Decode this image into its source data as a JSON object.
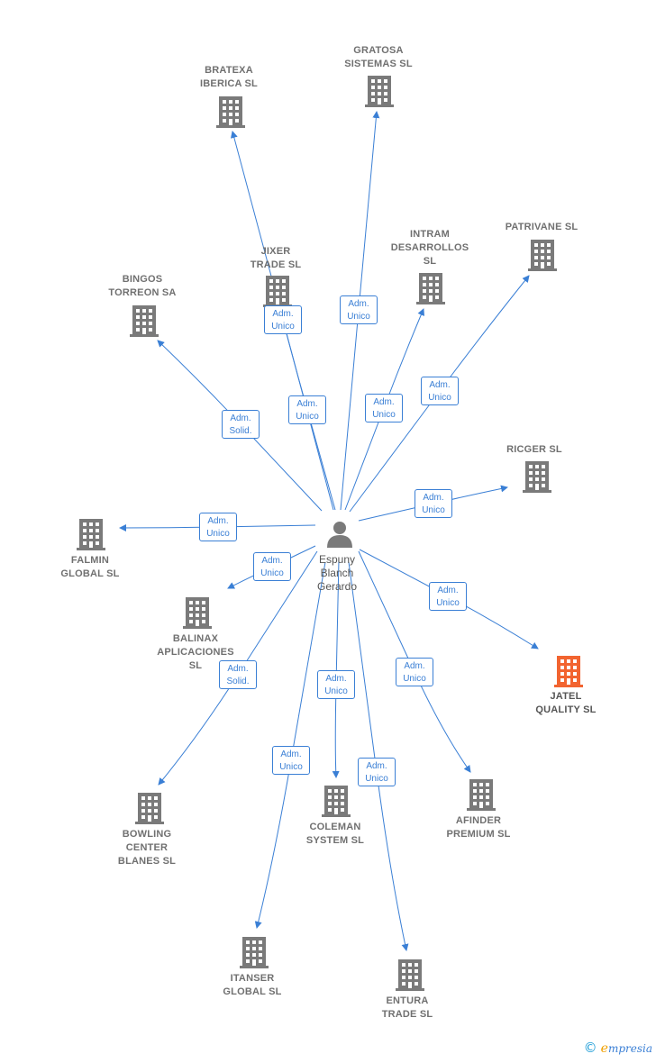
{
  "center": {
    "name": "Espuny\nBlanch\nGerardo",
    "icon": "person-icon"
  },
  "colors": {
    "edge": "#3a7fd5",
    "company": "#7a7a7a",
    "highlight": "#f26430"
  },
  "nodes": [
    {
      "id": "bratexa",
      "label": "BRATEXA\nIBERICA  SL",
      "icon": "building-icon"
    },
    {
      "id": "gratosa",
      "label": "GRATOSA\nSISTEMAS  SL",
      "icon": "building-icon"
    },
    {
      "id": "jixer",
      "label": "JIXER\nTRADE  SL",
      "icon": "building-icon"
    },
    {
      "id": "intram",
      "label": "INTRAM\nDESARROLLOS\nSL",
      "icon": "building-icon"
    },
    {
      "id": "patrivane",
      "label": "PATRIVANE SL",
      "icon": "building-icon"
    },
    {
      "id": "bingos",
      "label": "BINGOS\nTORREON SA",
      "icon": "building-icon"
    },
    {
      "id": "ricger",
      "label": "RICGER SL",
      "icon": "building-icon"
    },
    {
      "id": "falmin",
      "label": "FALMIN\nGLOBAL  SL",
      "icon": "building-icon"
    },
    {
      "id": "balinax",
      "label": "BALINAX\nAPLICACIONES\nSL",
      "icon": "building-icon"
    },
    {
      "id": "jatel",
      "label": "JATEL\nQUALITY  SL",
      "icon": "building-icon",
      "highlight": true
    },
    {
      "id": "bowling",
      "label": "BOWLING\nCENTER\nBLANES SL",
      "icon": "building-icon"
    },
    {
      "id": "coleman",
      "label": "COLEMAN\nSYSTEM  SL",
      "icon": "building-icon"
    },
    {
      "id": "afinder",
      "label": "AFINDER\nPREMIUM  SL",
      "icon": "building-icon"
    },
    {
      "id": "itanser",
      "label": "ITANSER\nGLOBAL  SL",
      "icon": "building-icon"
    },
    {
      "id": "entura",
      "label": "ENTURA\nTRADE  SL",
      "icon": "building-icon"
    }
  ],
  "edges": [
    {
      "to": "bratexa",
      "role": "Adm.\nUnico"
    },
    {
      "to": "gratosa",
      "role": "Adm.\nUnico"
    },
    {
      "to": "jixer",
      "role": "Adm.\nUnico"
    },
    {
      "to": "intram",
      "role": "Adm.\nUnico"
    },
    {
      "to": "patrivane",
      "role": "Adm.\nUnico"
    },
    {
      "to": "bingos",
      "role": "Adm.\nSolid."
    },
    {
      "to": "ricger",
      "role": "Adm.\nUnico"
    },
    {
      "to": "falmin",
      "role": "Adm.\nUnico"
    },
    {
      "to": "balinax",
      "role": "Adm.\nUnico"
    },
    {
      "to": "jatel",
      "role": "Adm.\nUnico"
    },
    {
      "to": "bowling",
      "role": "Adm.\nSolid."
    },
    {
      "to": "coleman",
      "role": "Adm.\nUnico"
    },
    {
      "to": "afinder",
      "role": "Adm.\nUnico"
    },
    {
      "to": "itanser",
      "role": "Adm.\nUnico"
    },
    {
      "to": "entura",
      "role": "Adm.\nUnico"
    }
  ],
  "footer": {
    "copyright": "©",
    "brand_initial": "e",
    "brand_rest": "mpresia"
  }
}
